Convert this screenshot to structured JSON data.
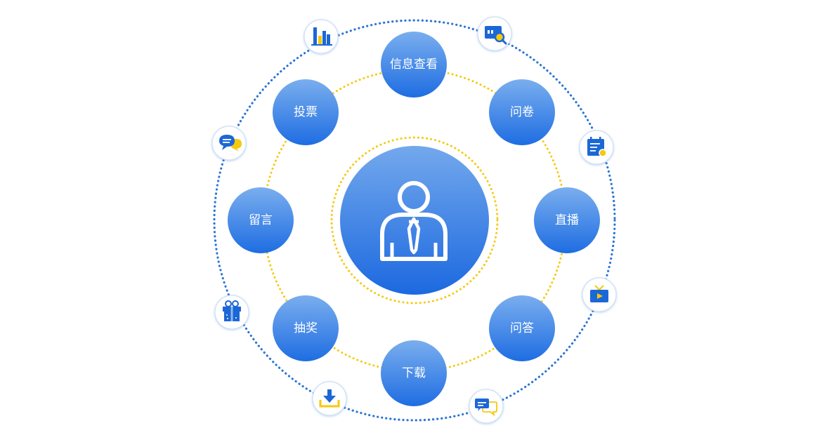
{
  "diagram": {
    "center": {
      "icon": "user-tie-icon"
    },
    "nodes": [
      {
        "label": "信息查看"
      },
      {
        "label": "问卷"
      },
      {
        "label": "直播"
      },
      {
        "label": "问答"
      },
      {
        "label": "下载"
      },
      {
        "label": "抽奖"
      },
      {
        "label": "留言"
      },
      {
        "label": "投票"
      }
    ],
    "outer_icons": [
      "bar-chart-icon",
      "search-document-icon",
      "calendar-icon",
      "tv-icon",
      "chat-bubbles-icon",
      "download-icon",
      "gift-box-icon",
      "speech-bubbles-icon"
    ],
    "colors": {
      "node_blue_light": "#6EA6EC",
      "node_blue_dark": "#1F6FE3",
      "inner_ring_yellow": "#F6C90E",
      "outer_ring_blue": "#2A74D3",
      "icon_blue": "#1C67D6",
      "icon_yellow": "#F6C90E"
    }
  }
}
